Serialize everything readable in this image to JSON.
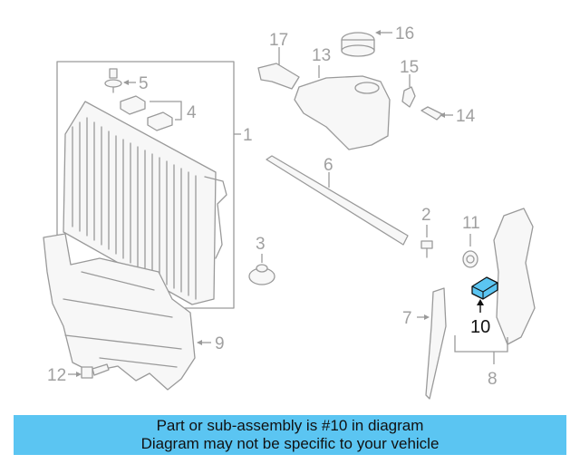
{
  "diagram": {
    "callouts": [
      {
        "id": "1",
        "label": "1"
      },
      {
        "id": "2",
        "label": "2"
      },
      {
        "id": "3",
        "label": "3"
      },
      {
        "id": "4",
        "label": "4"
      },
      {
        "id": "5",
        "label": "5"
      },
      {
        "id": "6",
        "label": "6"
      },
      {
        "id": "7",
        "label": "7"
      },
      {
        "id": "8",
        "label": "8"
      },
      {
        "id": "9",
        "label": "9"
      },
      {
        "id": "10",
        "label": "10"
      },
      {
        "id": "11",
        "label": "11"
      },
      {
        "id": "12",
        "label": "12"
      },
      {
        "id": "13",
        "label": "13"
      },
      {
        "id": "14",
        "label": "14"
      },
      {
        "id": "15",
        "label": "15"
      },
      {
        "id": "16",
        "label": "16"
      },
      {
        "id": "17",
        "label": "17"
      }
    ],
    "highlight_part": "10",
    "highlight_color": "#5bc5f2"
  },
  "banner": {
    "line1": "Part or sub-assembly is #10 in diagram",
    "line2": "Diagram may not be specific to your vehicle",
    "background": "#5bc5f2"
  }
}
